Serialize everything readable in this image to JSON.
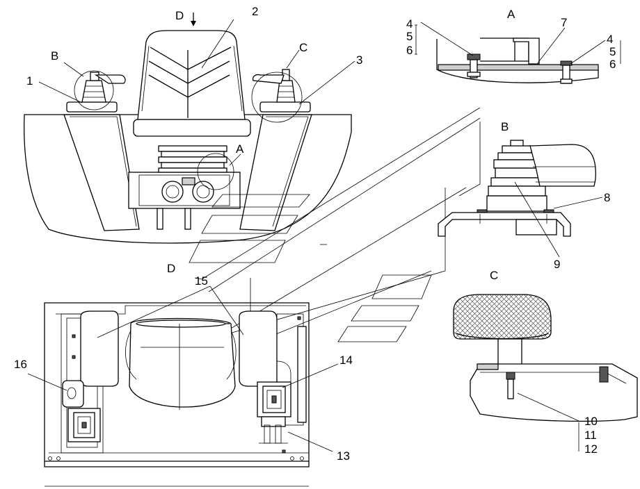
{
  "drawing": {
    "view_labels": {
      "A": "A",
      "B": "B",
      "C": "C",
      "D": "D"
    },
    "part_numbers": [
      "1",
      "2",
      "3",
      "4",
      "5",
      "6",
      "7",
      "8",
      "9",
      "10",
      "11",
      "12",
      "13",
      "14",
      "15",
      "16"
    ],
    "arrow_label": "D"
  }
}
